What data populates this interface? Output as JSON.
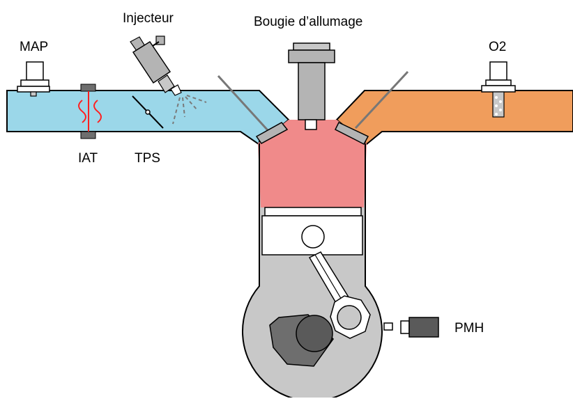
{
  "labels": {
    "map": "MAP",
    "injector": "Injecteur",
    "spark_plug": "Bougie d’allumage",
    "o2": "O2",
    "iat": "IAT",
    "tps": "TPS",
    "pmh": "PMH"
  },
  "colors": {
    "intake_air": "#9bd7e9",
    "exhaust": "#f09d5c",
    "combustion": "#f08a8a",
    "engine_block": "#c8c8c8",
    "component_gray": "#b4b4b4",
    "dark_gray": "#5a5a5a",
    "heat_wave": "#ff2020",
    "outline": "#000000"
  }
}
